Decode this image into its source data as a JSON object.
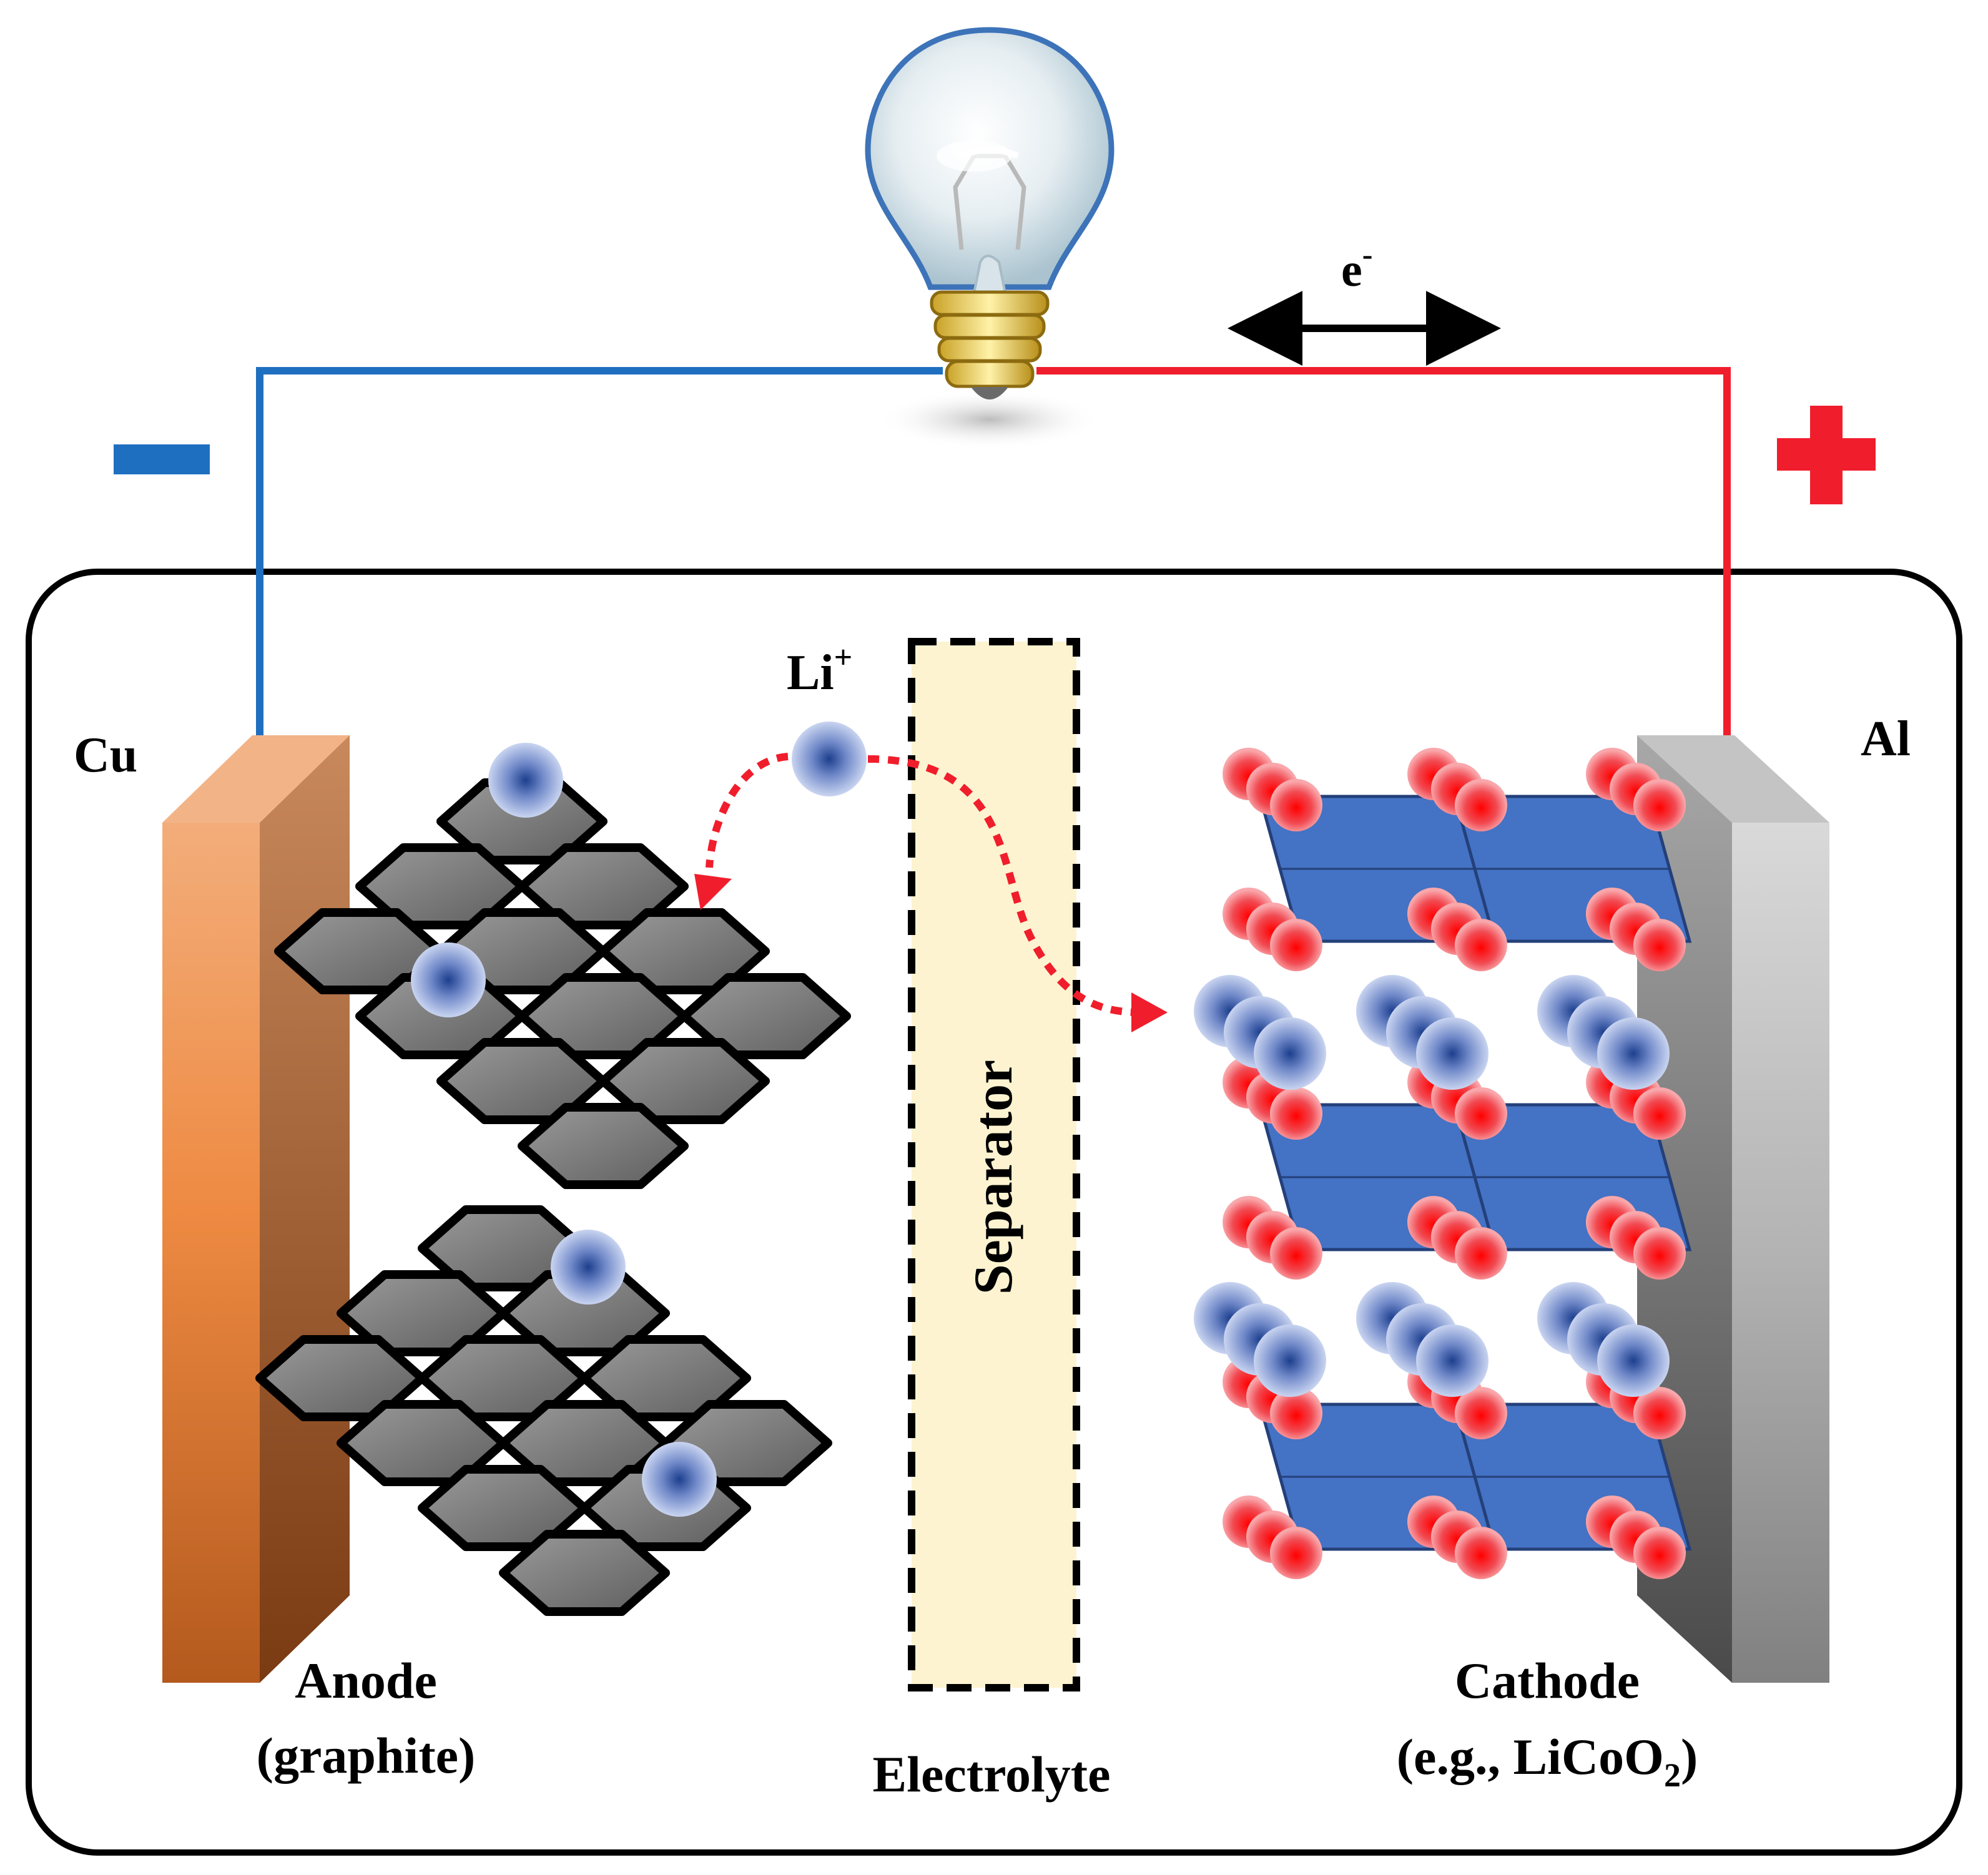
{
  "labels": {
    "electron": "e",
    "electron_sup": "-",
    "ion": "Li",
    "ion_sup": "+",
    "anode_current_collector": "Cu",
    "cathode_current_collector": "Al",
    "separator": "Separator",
    "anode_line1": "Anode",
    "anode_line2": "(graphite)",
    "cathode_line1": "Cathode",
    "cathode_line2_a": "(e.g., LiCoO",
    "cathode_line2_sub": "2",
    "cathode_line2_b": ")",
    "electrolyte": "Electrolyte"
  },
  "colors": {
    "negative_wire": "#1f6fc0",
    "positive_wire": "#f01e2c",
    "copper": "#e07a32",
    "aluminum": "#b0b0b0",
    "graphite": "#7d7d7d",
    "cathode_layer": "#4472c4",
    "oxygen": "#f0303a",
    "lithium": "#2a4fa0",
    "separator_fill": "#fdf3d0"
  }
}
